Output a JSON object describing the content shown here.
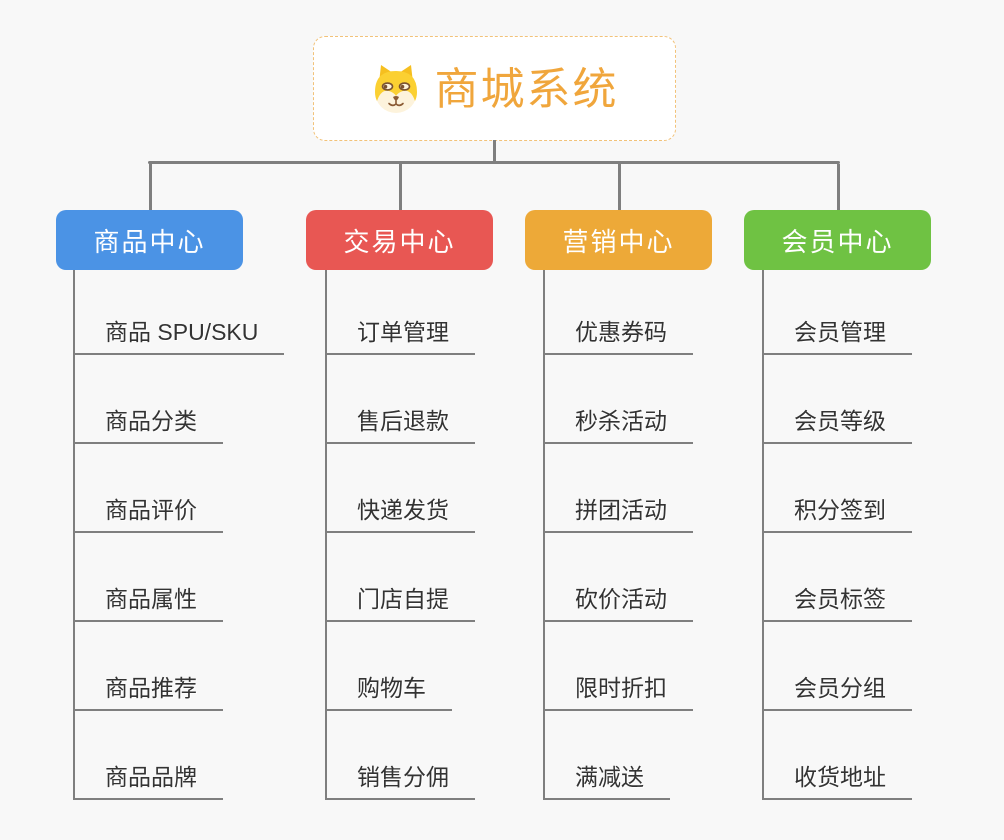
{
  "root": {
    "title": "商城系统",
    "icon": "dog-face-icon",
    "title_color": "#f0a63c",
    "border_color": "#f2c279"
  },
  "branches": [
    {
      "label": "商品中心",
      "color": "#4b93e5",
      "items": [
        "商品 SPU/SKU",
        "商品分类",
        "商品评价",
        "商品属性",
        "商品推荐",
        "商品品牌"
      ]
    },
    {
      "label": "交易中心",
      "color": "#e85753",
      "items": [
        "订单管理",
        "售后退款",
        "快递发货",
        "门店自提",
        "购物车",
        "销售分佣"
      ]
    },
    {
      "label": "营销中心",
      "color": "#eda938",
      "items": [
        "优惠券码",
        "秒杀活动",
        "拼团活动",
        "砍价活动",
        "限时折扣",
        "满减送"
      ]
    },
    {
      "label": "会员中心",
      "color": "#6fc243",
      "items": [
        "会员管理",
        "会员等级",
        "积分签到",
        "会员标签",
        "会员分组",
        "收货地址"
      ]
    }
  ],
  "colors": {
    "connector": "#7f7f7f",
    "background": "#f8f8f8"
  }
}
